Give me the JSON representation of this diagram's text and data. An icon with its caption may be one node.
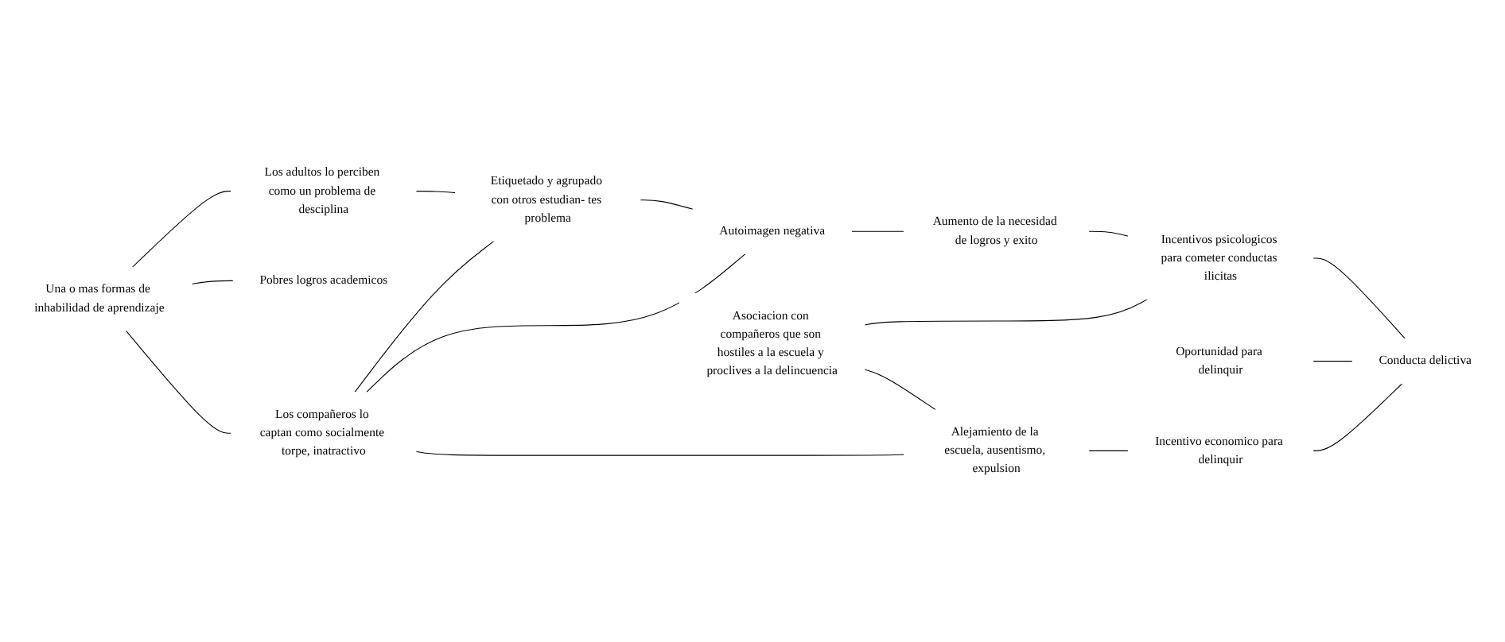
{
  "diagram": {
    "nodes": [
      {
        "text": [
          "Una o mas formas de inhabilidad de aprendizaje"
        ]
      },
      {
        "text": [
          "Los adultos lo perciben como un problema de desciplina"
        ]
      },
      {
        "text": [
          "Pobres logros academicos"
        ]
      },
      {
        "text": [
          "Los compañeros lo captan como socialmente torpe, inatractivo"
        ]
      },
      {
        "text": [
          "Etiquetado y agrupado con otros estudian- tes problema"
        ]
      },
      {
        "text": [
          "Autoimagen negativa"
        ]
      },
      {
        "text": [
          "Aumento de la necesidad de logros y exito"
        ]
      },
      {
        "text": [
          "Incentivos psicologicos para cometer conductas ilicitas"
        ]
      },
      {
        "text": [
          "Asociacion con compañeros que son hostiles a la escuela y proclives a la delincuencia"
        ]
      },
      {
        "text": [
          "Oportunidad para delinquir"
        ]
      },
      {
        "text": [
          "Conducta delictiva"
        ]
      },
      {
        "text": [
          "Alejamiento de la escuela, ausentismo, expulsion"
        ]
      },
      {
        "text": [
          "Incentivo economico para delinquir"
        ]
      }
    ],
    "edges": [
      {
        "from": 0,
        "to": 1,
        "arrow": "none"
      },
      {
        "from": 0,
        "to": 2,
        "arrow": "none"
      },
      {
        "from": 0,
        "to": 3,
        "arrow": "none"
      },
      {
        "from": 1,
        "to": 4,
        "arrow": "none"
      },
      {
        "from": 3,
        "to": 4,
        "arrow": "none"
      },
      {
        "from": 4,
        "to": 5,
        "arrow": "none"
      },
      {
        "from": 3,
        "to": 5,
        "arrow": "none"
      },
      {
        "from": 3,
        "to": 11,
        "arrow": "none"
      },
      {
        "from": 5,
        "to": 6,
        "arrow": "none"
      },
      {
        "from": 6,
        "to": 7,
        "arrow": "none"
      },
      {
        "from": 8,
        "to": 7,
        "arrow": "none"
      },
      {
        "from": 7,
        "to": 10,
        "arrow": "none"
      },
      {
        "from": 9,
        "to": 10,
        "arrow": "none"
      },
      {
        "from": 8,
        "to": 11,
        "arrow": "none"
      },
      {
        "from": 11,
        "to": 12,
        "arrow": "none"
      },
      {
        "from": 12,
        "to": 10,
        "arrow": "none"
      }
    ]
  }
}
